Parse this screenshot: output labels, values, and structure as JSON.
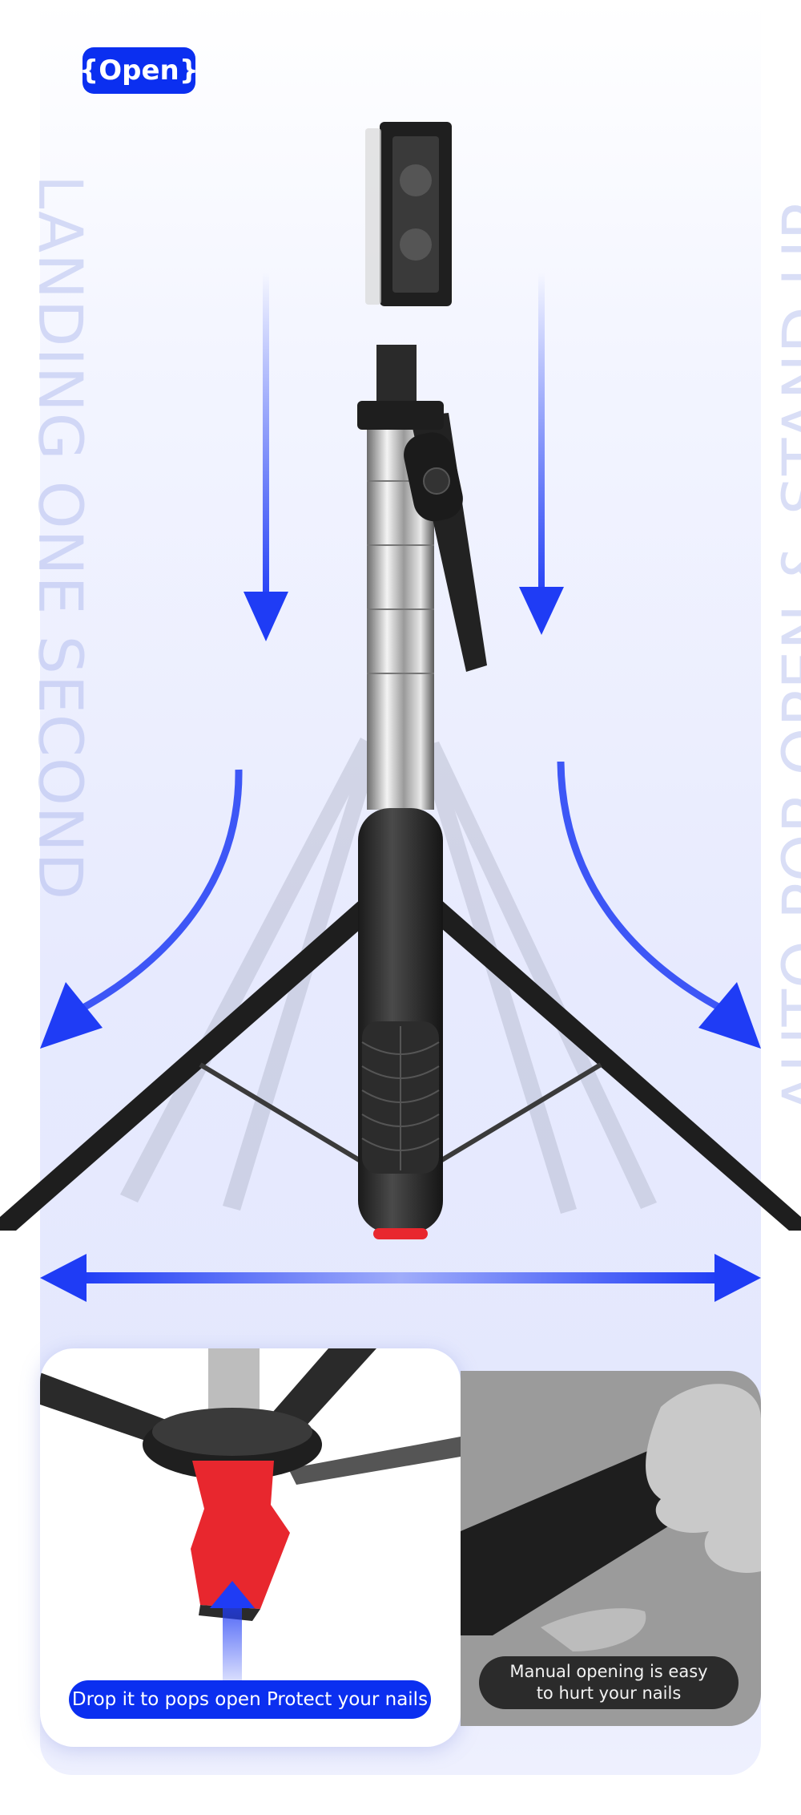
{
  "badge": {
    "label": "{Open}"
  },
  "side_text": {
    "left": "LANDING ONE SECOND",
    "right": "AUTO POP OPEN & STAND UP"
  },
  "captions": {
    "drop_open": "Drop it to pops open  Protect your nails",
    "manual_line1": "Manual opening is easy",
    "manual_line2": "to hurt your nails"
  },
  "colors": {
    "accent": "#0b2ff0",
    "caption_dark": "#2b2b2b",
    "base_red": "#e8272e"
  }
}
